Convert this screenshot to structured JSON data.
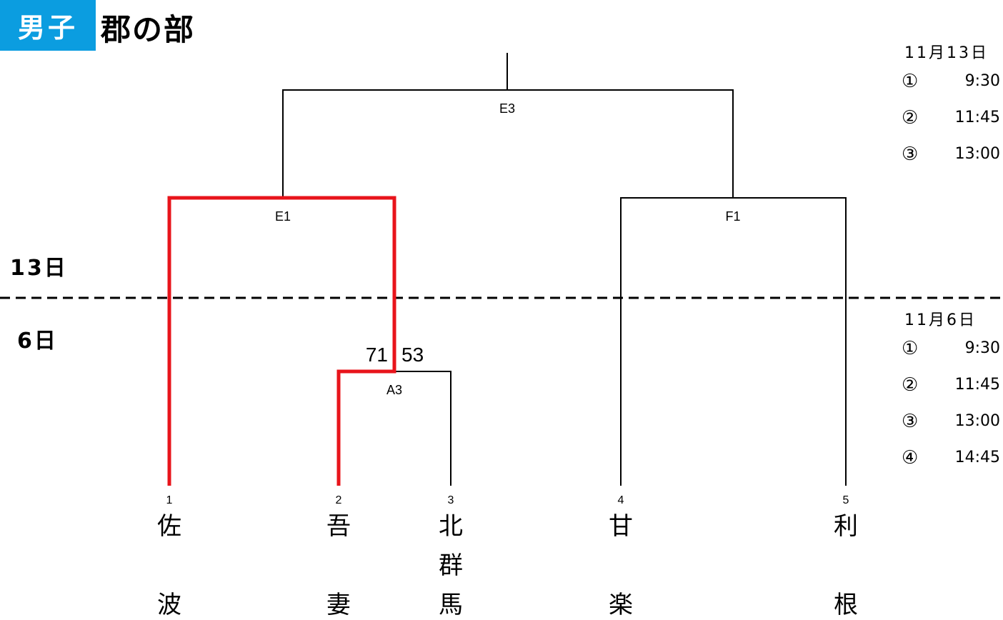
{
  "header": {
    "tag": "男子",
    "title": "郡の部"
  },
  "day_labels": {
    "upper": "13日",
    "lower": "6日"
  },
  "schedules": [
    {
      "date": "11月13日",
      "items": [
        {
          "num": "①",
          "time": "9:30"
        },
        {
          "num": "②",
          "time": "11:45"
        },
        {
          "num": "③",
          "time": "13:00"
        }
      ]
    },
    {
      "date": "11月6日",
      "items": [
        {
          "num": "①",
          "time": "9:30"
        },
        {
          "num": "②",
          "time": "11:45"
        },
        {
          "num": "③",
          "time": "13:00"
        },
        {
          "num": "④",
          "time": "14:45"
        }
      ]
    }
  ],
  "matches": {
    "final": "E3",
    "semi_left": "E1",
    "semi_right": "F1",
    "first_round": "A3"
  },
  "scores": {
    "a3_left": "71",
    "a3_right": "53"
  },
  "teams": [
    {
      "seed": "1",
      "name": "佐波"
    },
    {
      "seed": "2",
      "name": "吾妻"
    },
    {
      "seed": "3",
      "name": "北群馬"
    },
    {
      "seed": "4",
      "name": "甘楽"
    },
    {
      "seed": "5",
      "name": "利根"
    }
  ],
  "colors": {
    "winner_line": "#e8141b",
    "header_tag_bg": "#0b9de0",
    "line": "#000000"
  }
}
